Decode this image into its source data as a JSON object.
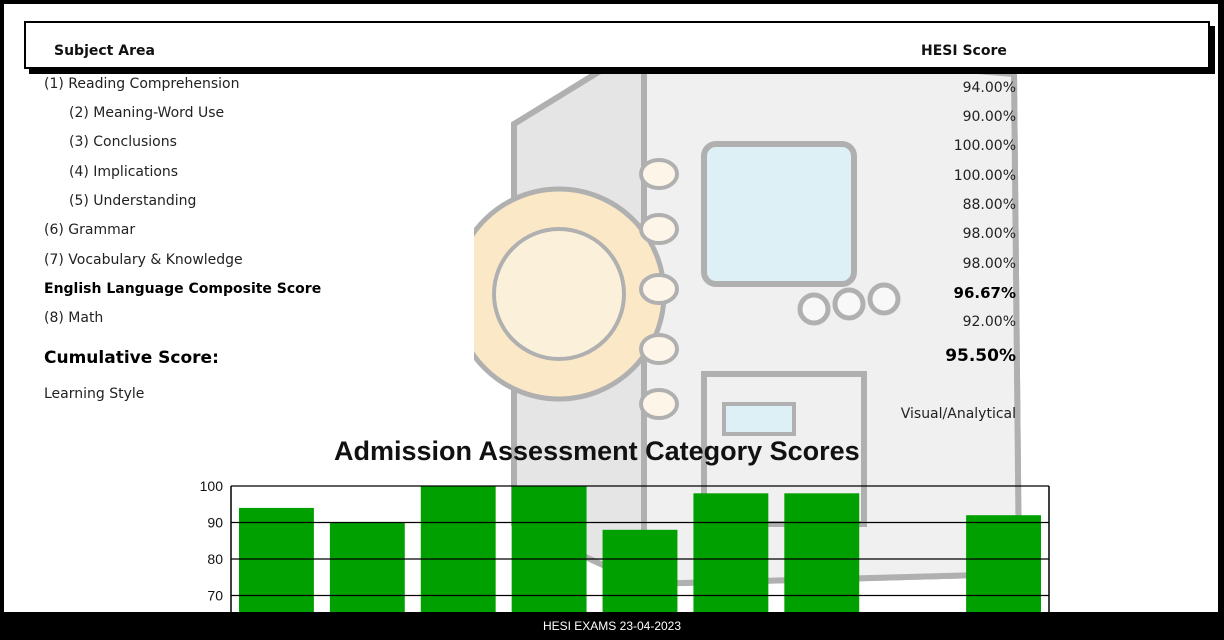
{
  "header": {
    "subject_area": "Subject Area",
    "hesi_score": "HESI Score"
  },
  "rows": [
    {
      "label": "(1) Reading Comprehension",
      "value": "94.00%"
    },
    {
      "label": "(2) Meaning-Word Use",
      "value": "90.00%"
    },
    {
      "label": "(3) Conclusions",
      "value": "100.00%"
    },
    {
      "label": "(4) Implications",
      "value": "100.00%"
    },
    {
      "label": "(5) Understanding",
      "value": "88.00%"
    },
    {
      "label": "(6) Grammar",
      "value": "98.00%"
    },
    {
      "label": "(7) Vocabulary & Knowledge",
      "value": "98.00%"
    },
    {
      "label": "English Language Composite Score",
      "value": "96.67%"
    },
    {
      "label": "(8) Math",
      "value": "92.00%"
    }
  ],
  "cumulative": {
    "label": "Cumulative Score:",
    "value": "95.50%"
  },
  "learning_style": {
    "label": "Learning Style",
    "value": "Visual/Analytical"
  },
  "chart_data": {
    "type": "bar",
    "title": "Admission Assessment Category Scores",
    "categories": [
      "",
      "",
      "",
      "",
      "",
      "",
      "",
      "",
      ""
    ],
    "values": [
      94,
      90,
      100,
      100,
      88,
      98,
      98,
      null,
      92
    ],
    "yticks": [
      70,
      80,
      90,
      100
    ],
    "ylim": [
      null,
      100
    ],
    "bar_color": "#00a000",
    "grid": true
  },
  "footer": {
    "text": "HESI EXAMS  23-04-2023"
  }
}
